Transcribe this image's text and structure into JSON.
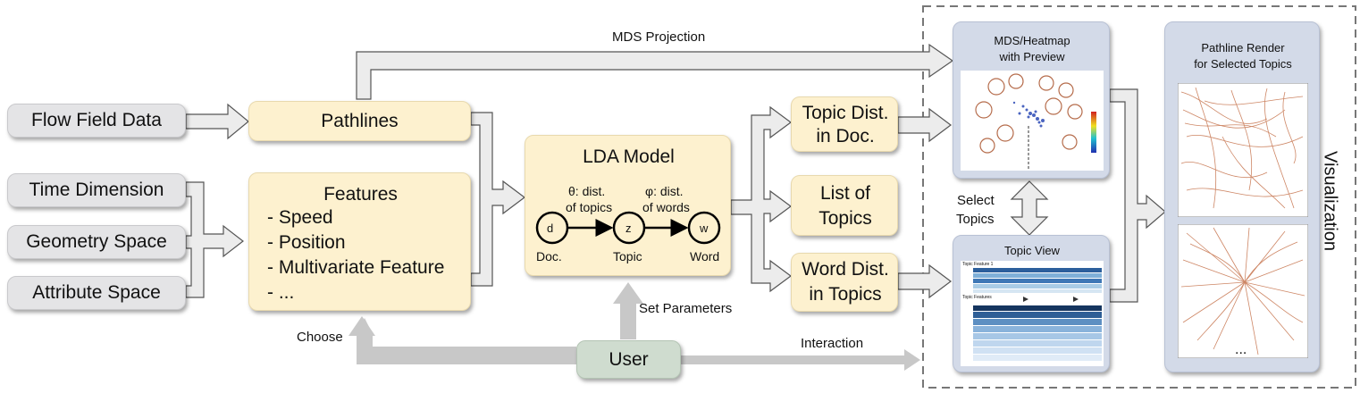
{
  "inputs": {
    "flow_field": "Flow Field Data",
    "time_dimension": "Time Dimension",
    "geometry_space": "Geometry Space",
    "attribute_space": "Attribute Space"
  },
  "pathlines": "Pathlines",
  "features": {
    "title": "Features",
    "items": [
      "- Speed",
      "- Position",
      "- Multivariate Feature",
      "- ..."
    ]
  },
  "lda": {
    "title": "LDA Model",
    "theta_label_1": "θ: dist.",
    "theta_label_2": "of topics",
    "phi_label_1": "φ: dist.",
    "phi_label_2": "of words",
    "node_d": "d",
    "node_z": "z",
    "node_w": "w",
    "cap_doc": "Doc.",
    "cap_topic": "Topic",
    "cap_word": "Word"
  },
  "outputs": {
    "topic_dist_1": "Topic Dist.",
    "topic_dist_2": "in Doc.",
    "list_1": "List of",
    "list_2": "Topics",
    "word_dist_1": "Word Dist.",
    "word_dist_2": "in Topics"
  },
  "arrows": {
    "mds_projection": "MDS Projection",
    "select_1": "Select",
    "select_2": "Topics",
    "set_parameters": "Set Parameters",
    "choose": "Choose",
    "interaction": "Interaction"
  },
  "user": "User",
  "visualization": {
    "label": "Visualization",
    "mds_title_1": "MDS/Heatmap",
    "mds_title_2": "with Preview",
    "topic_view_title": "Topic View",
    "topic_feature_1": "Topic Feature 1",
    "topic_features": "Topic Features",
    "pathline_title_1": "Pathline Render",
    "pathline_title_2": "for Selected Topics",
    "ellipsis": "..."
  },
  "colors": {
    "gray_box": "#e4e4e6",
    "yellow_box": "#fdf1cf",
    "blue_panel": "#d3dae8",
    "user_box": "#cfdccf",
    "arrow_fill": "#ececec",
    "arrow_stroke": "#555555",
    "light_arrow": "#c8c8c8",
    "pathline_color": "#c5714a"
  }
}
